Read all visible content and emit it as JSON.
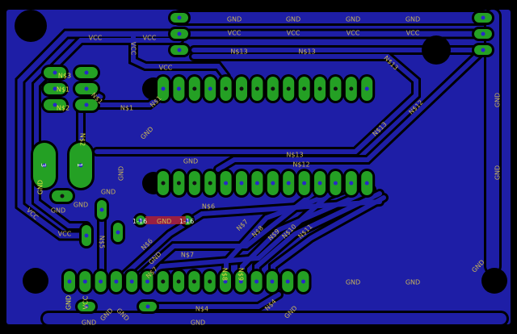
{
  "board": {
    "colors": {
      "background": "#000000",
      "copper": "#1e1ea6",
      "pad": "#24a024",
      "via_hole": "#2828c8",
      "gnd_bar": "#b02030",
      "label": "#c8b45a"
    }
  },
  "net_labels": [
    {
      "text": "GND"
    },
    {
      "text": "GND"
    },
    {
      "text": "GND"
    },
    {
      "text": "GND"
    },
    {
      "text": "VCC"
    },
    {
      "text": "VCC"
    },
    {
      "text": "VCC"
    },
    {
      "text": "VCC"
    },
    {
      "text": "VCC"
    },
    {
      "text": "VCC"
    },
    {
      "text": "VCC"
    },
    {
      "text": "VCC"
    },
    {
      "text": "N$13"
    },
    {
      "text": "N$13"
    },
    {
      "text": "N$13"
    },
    {
      "text": "N$13"
    },
    {
      "text": "N$13"
    },
    {
      "text": "N$12"
    },
    {
      "text": "N$12"
    },
    {
      "text": "N$3"
    },
    {
      "text": "N$1"
    },
    {
      "text": "N$2"
    },
    {
      "text": "N$1"
    },
    {
      "text": "N$1"
    },
    {
      "text": "N$1"
    },
    {
      "text": "N$2"
    },
    {
      "text": "GND"
    },
    {
      "text": "GND"
    },
    {
      "text": "GND"
    },
    {
      "text": "GND"
    },
    {
      "text": "GND"
    },
    {
      "text": "GND"
    },
    {
      "text": "GND"
    },
    {
      "text": "VCC"
    },
    {
      "text": "VCC"
    },
    {
      "text": "N$5"
    },
    {
      "text": "N$6"
    },
    {
      "text": "N$6"
    },
    {
      "text": "GND"
    },
    {
      "text": "N$7"
    },
    {
      "text": "N$7"
    },
    {
      "text": "N$7"
    },
    {
      "text": "N$8"
    },
    {
      "text": "N$9"
    },
    {
      "text": "N$10"
    },
    {
      "text": "N$11"
    },
    {
      "text": "N$8"
    },
    {
      "text": "N$9"
    },
    {
      "text": "GND"
    },
    {
      "text": "VCC"
    },
    {
      "text": "GND"
    },
    {
      "text": "GND"
    },
    {
      "text": "GND"
    },
    {
      "text": "N$4"
    },
    {
      "text": "N$4"
    },
    {
      "text": "GND"
    },
    {
      "text": "GND"
    },
    {
      "text": "GND"
    },
    {
      "text": "GND"
    },
    {
      "text": "GND"
    },
    {
      "text": "GND"
    },
    {
      "text": "GND"
    }
  ],
  "pad_labels": {
    "big_pad_left": "3",
    "big_pad_right": "1",
    "jumper_left": "1-16",
    "jumper_right": "1-16",
    "jumper_net": "GND"
  }
}
